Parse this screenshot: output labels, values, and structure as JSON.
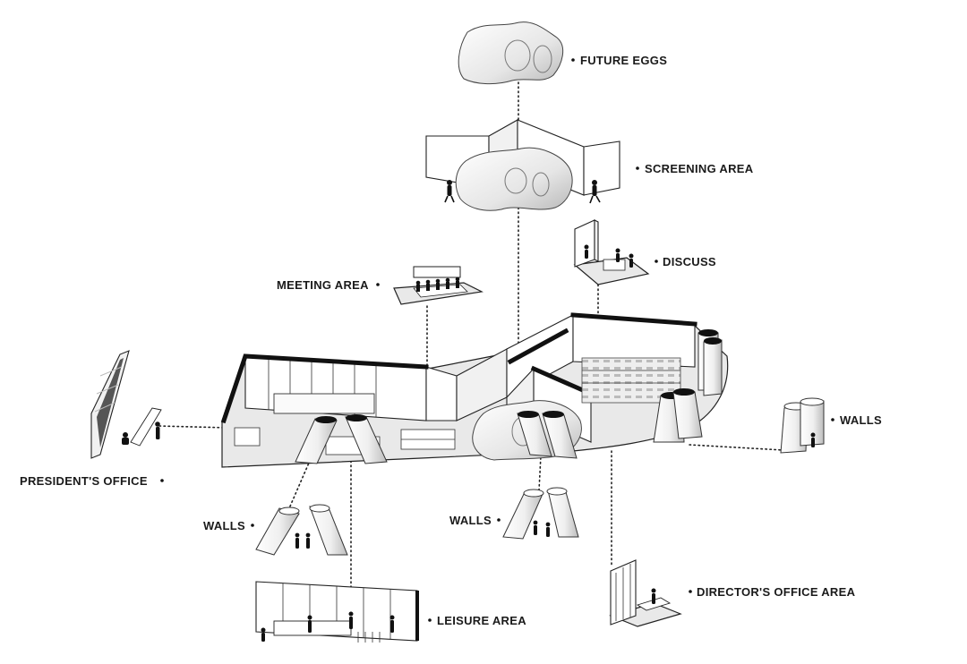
{
  "labels": {
    "future_eggs": "FUTURE EGGS",
    "screening_area": "SCREENING AREA",
    "discuss": "DISCUSS",
    "meeting_area": "MEETING AREA",
    "walls_right": "WALLS",
    "presidents_office": "PRESIDENT'S OFFICE",
    "walls_left": "WALLS",
    "walls_center": "WALLS",
    "directors_office_area": "DIRECTOR'S OFFICE AREA",
    "leisure_area": "LEISURE AREA"
  },
  "colors": {
    "ink": "#111111",
    "floor": "#e9e9e9",
    "background": "#ffffff"
  }
}
